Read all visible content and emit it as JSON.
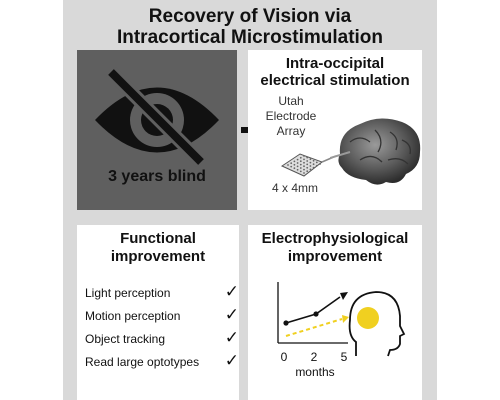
{
  "title": {
    "line1": "Recovery of Vision via",
    "line2": "Intracortical Microstimulation"
  },
  "blind_panel": {
    "label": "3 years blind",
    "icon": "crossed-out-eye-icon"
  },
  "stimulation_panel": {
    "title_line1": "Intra-occipital",
    "title_line2": "electrical stimulation",
    "device_line1": "Utah",
    "device_line2": "Electrode",
    "device_line3": "Array",
    "size": "4 x 4mm",
    "icon": "brain-icon"
  },
  "functional_panel": {
    "title_line1": "Functional",
    "title_line2": "improvement",
    "items": [
      {
        "label": "Light perception",
        "check": "✓"
      },
      {
        "label": "Motion perception",
        "check": "✓"
      },
      {
        "label": "Object tracking",
        "check": "✓"
      },
      {
        "label": "Read large optotypes",
        "check": "✓"
      }
    ]
  },
  "electro_panel": {
    "title_line1": "Electrophysiological",
    "title_line2": "improvement",
    "x_ticks": [
      "0",
      "2",
      "5"
    ],
    "x_label": "months",
    "colors": {
      "solid": "#111111",
      "dashed": "#f0d020"
    }
  }
}
